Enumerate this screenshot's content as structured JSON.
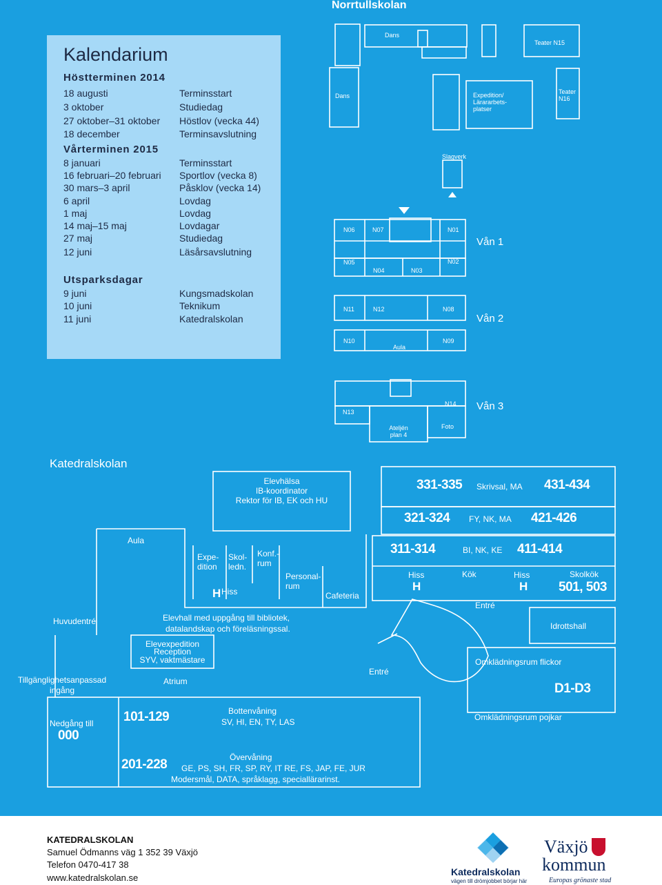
{
  "top_title": "Norrtullskolan",
  "calendar": {
    "title": "Kalendarium",
    "autumn_heading": "Höstterminen 2014",
    "autumn": [
      {
        "date": "18 augusti",
        "event": "Terminsstart"
      },
      {
        "date": "3 oktober",
        "event": "Studiedag"
      },
      {
        "date": "27 oktober–31 oktober",
        "event": "Höstlov (vecka 44)"
      },
      {
        "date": "18 december",
        "event": "Terminsavslutning"
      }
    ],
    "spring_heading": "Vårterminen 2015",
    "spring": [
      {
        "date": "8 januari",
        "event": "Terminsstart"
      },
      {
        "date": "16 februari–20 februari",
        "event": "Sportlov (vecka 8)"
      },
      {
        "date": "30 mars–3 april",
        "event": "Påsklov (vecka 14)"
      },
      {
        "date": "6 april",
        "event": "Lovdag"
      },
      {
        "date": "1 maj",
        "event": "Lovdag"
      },
      {
        "date": "14 maj–15 maj",
        "event": "Lovdagar"
      },
      {
        "date": "27 maj",
        "event": "Studiedag"
      },
      {
        "date": "12 juni",
        "event": "Läsårsavslutning"
      }
    ],
    "utsparks_heading": "Utsparksdagar",
    "utsparks": [
      {
        "date": "9 juni",
        "event": "Kungsmadskolan"
      },
      {
        "date": "10 juni",
        "event": "Teknikum"
      },
      {
        "date": "11 juni",
        "event": "Katedralskolan"
      }
    ]
  },
  "norrtull": {
    "dans_top": "Dans",
    "teater_n15": "Teater N15",
    "dans_left": "Dans",
    "expedition": "Expedition/ Lärararbets- platser",
    "teater_n16": "Teater N16",
    "slagverk": "Slagverk",
    "n06": "N06",
    "n07": "N07",
    "n01": "N01",
    "n05": "N05",
    "n04": "N04",
    "n03": "N03",
    "n02": "N02",
    "van1": "Vån 1",
    "n11": "N11",
    "n12": "N12",
    "n08": "N08",
    "van2": "Vån 2",
    "n10": "N10",
    "aula": "Aula",
    "n09": "N09",
    "n13": "N13",
    "n14": "N14",
    "van3": "Vån 3",
    "atelje": "Ateljén plan 4",
    "foto": "Foto"
  },
  "katedral": {
    "title": "Katedralskolan",
    "elevhalsa": "Elevhälsa",
    "ib": "IB-koordinator",
    "rektor": "Rektor för IB, EK och HU",
    "r331": "331-335",
    "skrivsal": "Skrivsal, MA",
    "r431": "431-434",
    "r321": "321-324",
    "fy": "FY, NK, MA",
    "r421": "421-426",
    "r311": "311-314",
    "bi": "BI, NK, KE",
    "r411": "411-414",
    "aula": "Aula",
    "expedition": "Expe- dition",
    "skolledn": "Skol- ledn.",
    "konf": "Konf.- rum",
    "personal": "Personal- rum",
    "hiss": "Hiss",
    "h": "H",
    "cafeteria": "Cafeteria",
    "hiss2": "Hiss",
    "kok": "Kök",
    "hiss3": "Hiss",
    "skolkok": "Skolkök",
    "r501": "501, 503",
    "entre1": "Entré",
    "huvudentre": "Huvudentré",
    "elevhall1": "Elevhall med uppgång till bibliotek,",
    "elevhall2": "datalandskap och föreläsningssal.",
    "idrottshall": "Idrottshall",
    "elevexp1": "Elevexpedition",
    "elevexp2": "Reception",
    "elevexp3": "SYV, vaktmästare",
    "omkl_f": "Omklädningsrum flickor",
    "entre2": "Entré",
    "tillg1": "Tillgänglighetsanpassad",
    "tillg2": "ingång",
    "atrium": "Atrium",
    "d1": "D1-D3",
    "nedgang": "Nedgång till",
    "r000": "000",
    "r101": "101-129",
    "botten1": "Bottenvåning",
    "botten2": "SV, HI, EN, TY, LAS",
    "omkl_p": "Omklädningsrum pojkar",
    "r201": "201-228",
    "over1": "Övervåning",
    "over2": "GE, PS, SH, FR, SP, RY, IT RE, FS, JAP, FE, JUR",
    "over3": "Modersmål, DATA, språklagg, speciallärarinst."
  },
  "footer": {
    "name": "KATEDRALSKOLAN",
    "address": "Samuel Ödmanns väg 1   352 39 Växjö",
    "phone": "Telefon 0470-417 38",
    "web": "www.katedralskolan.se",
    "logo1_name": "Katedralskolan",
    "logo1_tag": "vägen till drömjobbet börjar här",
    "logo2_name1": "Växjö",
    "logo2_name2": "kommun",
    "logo2_tag": "Europas grönaste stad"
  },
  "colors": {
    "background": "#1a9fe0",
    "calendar_bg": "#a6d9f7",
    "text_dark": "#1e2a44",
    "footer_bg": "#ffffff"
  }
}
